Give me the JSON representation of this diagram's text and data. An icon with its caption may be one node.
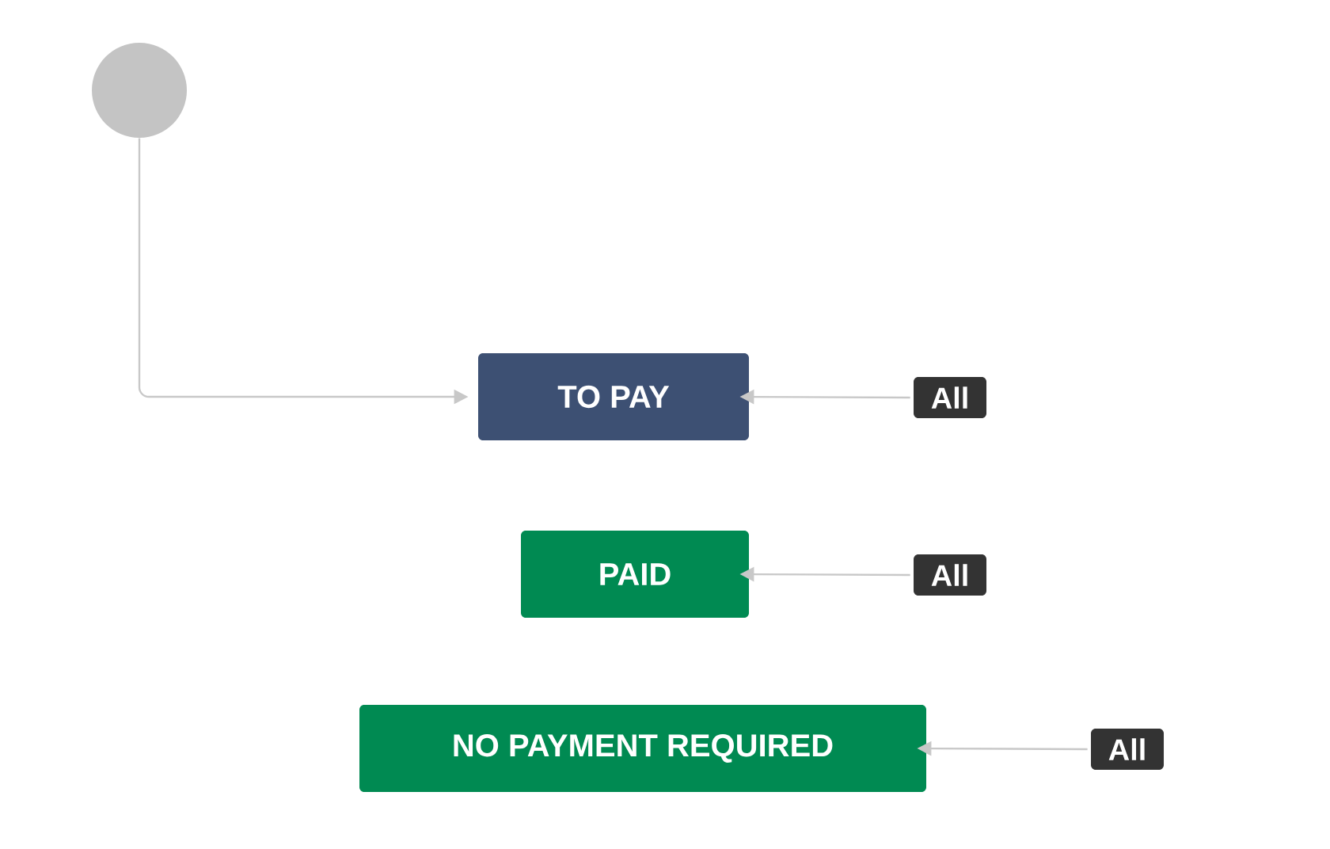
{
  "diagram": {
    "nodes": [
      {
        "text": [],
        "shape": "circle"
      },
      {
        "text": [
          "TO PAY"
        ]
      },
      {
        "text": [
          "PAID"
        ]
      },
      {
        "text": [
          "NO PAYMENT REQUIRED"
        ]
      },
      {
        "text": [
          "All"
        ]
      },
      {
        "text": [
          "All"
        ]
      },
      {
        "text": [
          "All"
        ]
      }
    ],
    "edges": [
      {
        "from": 0,
        "to": 1,
        "arrow": "to"
      },
      {
        "from": 4,
        "to": 1,
        "arrow": "to"
      },
      {
        "from": 5,
        "to": 2,
        "arrow": "to"
      },
      {
        "from": 6,
        "to": 3,
        "arrow": "to"
      }
    ]
  }
}
